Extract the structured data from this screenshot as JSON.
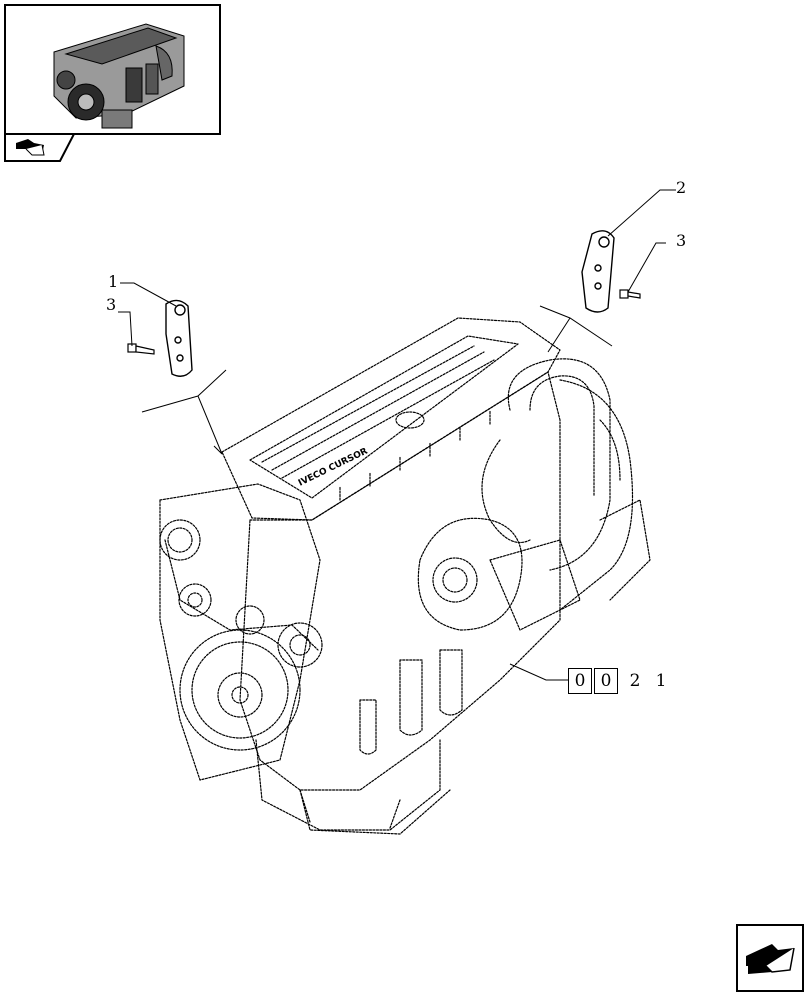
{
  "diagram": {
    "callouts": [
      {
        "id": "part-1",
        "label": "1"
      },
      {
        "id": "part-2",
        "label": "2"
      },
      {
        "id": "part-3-left",
        "label": "3"
      },
      {
        "id": "part-3-right",
        "label": "3"
      }
    ],
    "engine_brand_text": "IVECO CURSOR",
    "reference": {
      "boxed": [
        "0",
        "0"
      ],
      "plain": [
        "2",
        "1"
      ]
    }
  },
  "icons": {
    "thumbnail": "engine-thumbnail-icon",
    "thumbnail_nav": "nav-arrow-icon",
    "page_nav": "next-page-arrow-icon"
  },
  "colors": {
    "line": "#000000",
    "background": "#ffffff"
  }
}
